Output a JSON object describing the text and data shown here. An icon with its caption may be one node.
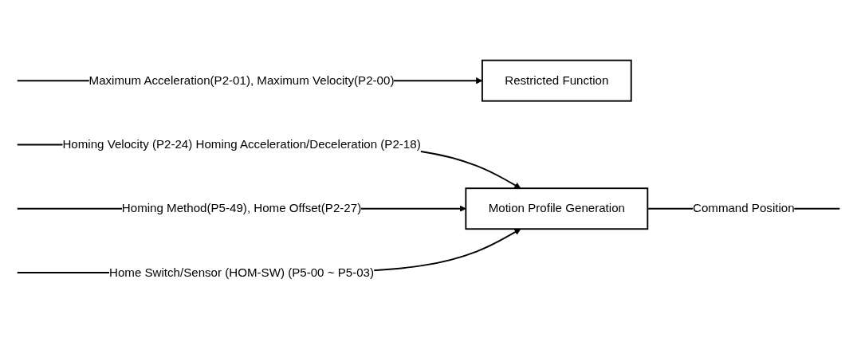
{
  "diagram": {
    "nodes": [
      {
        "text": [
          "Restricted Function"
        ]
      },
      {
        "text": [
          "Motion Profile Generation"
        ]
      }
    ],
    "edges": [
      {
        "from": null,
        "to": 1,
        "arrow": "to",
        "label": "Homing Velocity (P2-24) Homing Acceleration/Deceleration (P2-18)"
      },
      {
        "from": null,
        "to": 0,
        "arrow": "to",
        "label": "Maximum Acceleration(P2-01), Maximum Velocity(P2-00)"
      },
      {
        "from": null,
        "to": 1,
        "arrow": "to",
        "label": "Homing Method(P5-49), Home Offset(P2-27)"
      },
      {
        "from": null,
        "to": 1,
        "arrow": "to",
        "label": "Home Switch/Sensor (HOM-SW) (P5-00 ~ P5-03)"
      },
      {
        "from": 1,
        "to": null,
        "arrow": "none",
        "label": "Command Position"
      }
    ]
  }
}
